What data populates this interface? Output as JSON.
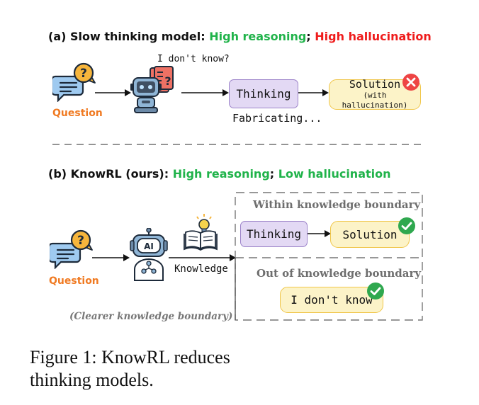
{
  "panel_a": {
    "heading_prefix": "(a) Slow thinking model:",
    "heading_good": "High reasoning",
    "heading_sep": ";",
    "heading_bad": "High hallucination",
    "question_label": "Question",
    "thought_bubble": "I don't know?",
    "thinking_label": "Thinking",
    "fabricating_label": "Fabricating...",
    "solution_label": "Solution",
    "solution_note": "(with hallucination)"
  },
  "panel_b": {
    "heading_prefix": "(b) KnowRL (ours):",
    "heading_good": "High reasoning",
    "heading_sep": ";",
    "heading_good2": "Low hallucination",
    "question_label": "Question",
    "ai_label": "AI",
    "knowledge_label": "Knowledge",
    "within_label": "Within knowledge boundary",
    "thinking_label": "Thinking",
    "solution_label": "Solution",
    "out_label": "Out of knowledge boundary",
    "idk_label": "I don't know",
    "clearer_label": "(Clearer knowledge boundary)"
  },
  "caption": {
    "line1": "Figure 1:  KnowRL reduces",
    "line2": "thinking models."
  },
  "colors": {
    "good": "#20b34a",
    "bad": "#ef1c1c",
    "question": "#f07a22",
    "purple_box": "#e3d9f4",
    "yellow_box": "#fcf3c8"
  }
}
